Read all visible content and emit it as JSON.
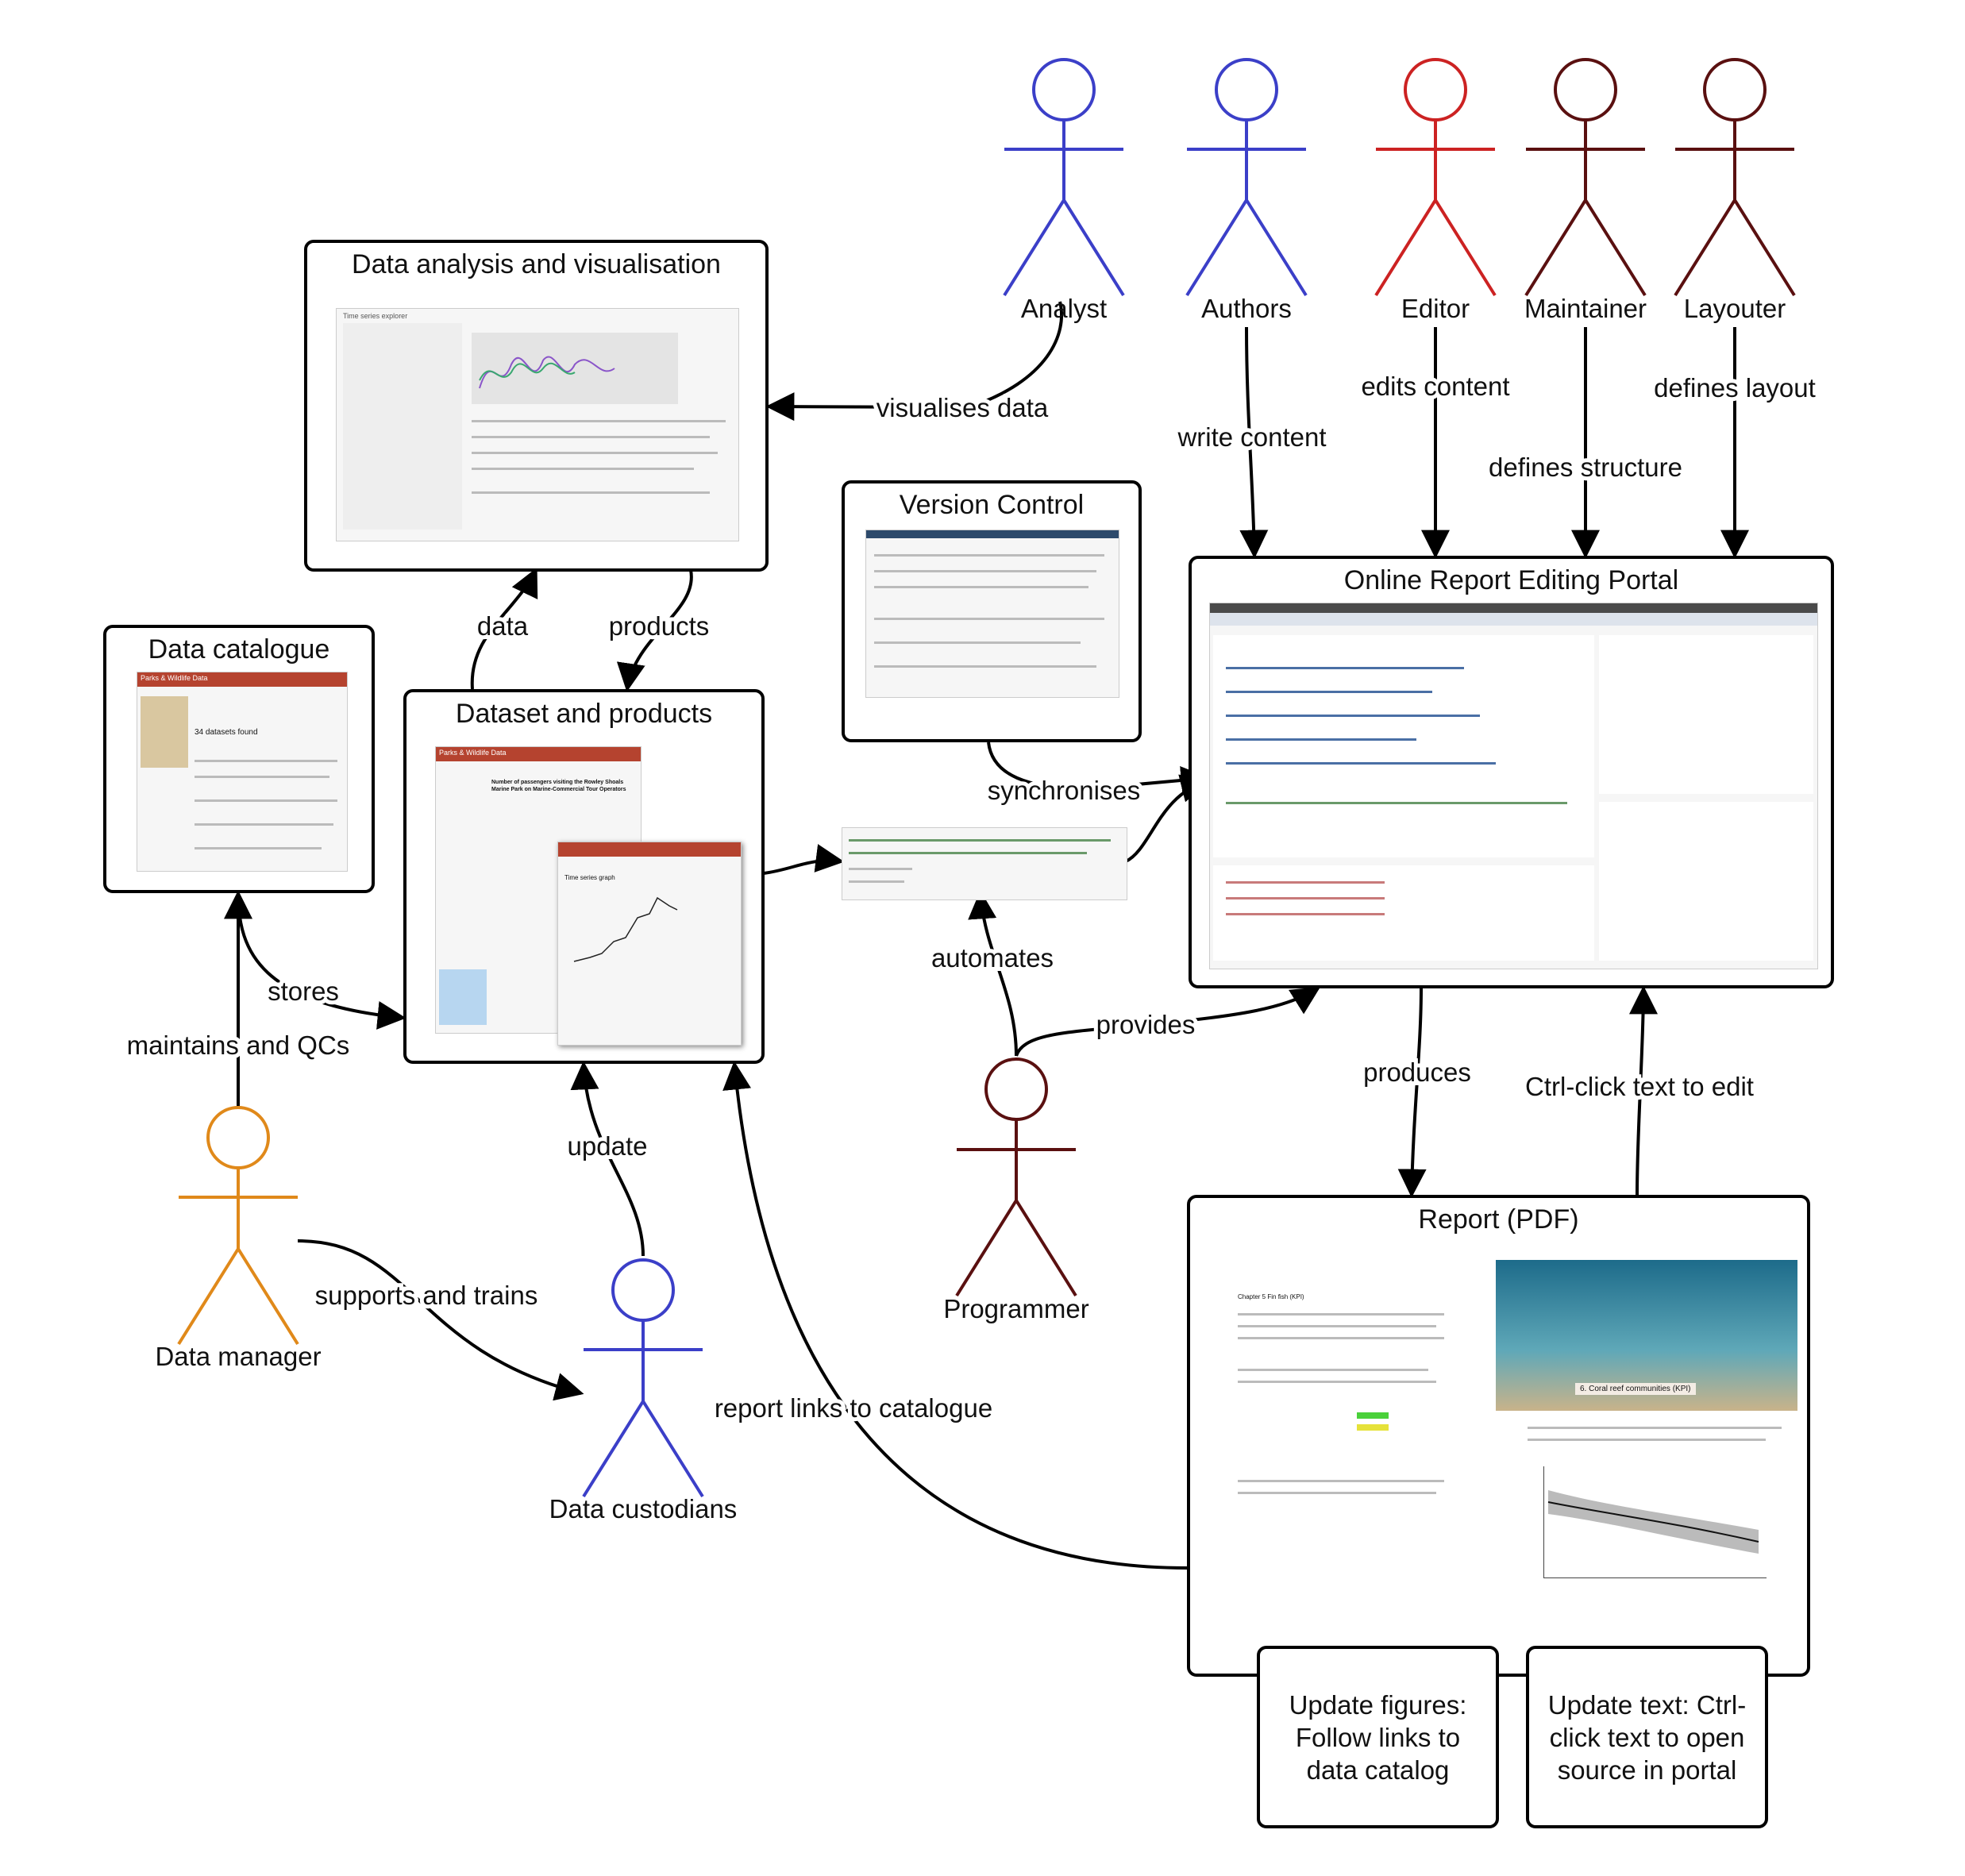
{
  "colors": {
    "blue": "#3b3fc8",
    "red": "#cc2222",
    "dark_red": "#5a1010",
    "orange": "#e0891a",
    "ink": "#111111",
    "header_red": "#b5432f"
  },
  "actors": {
    "analyst": "Analyst",
    "authors": "Authors",
    "editor": "Editor",
    "maintainer": "Maintainer",
    "layouter": "Layouter",
    "programmer": "Programmer",
    "data_manager": "Data manager",
    "data_custodians": "Data custodians"
  },
  "boxes": {
    "analysis": "Data analysis and visualisation",
    "catalogue": "Data catalogue",
    "dataset": "Dataset and products",
    "version": "Version Control",
    "portal": "Online Report Editing Portal",
    "report": "Report (PDF)"
  },
  "edges": {
    "visualises_data": "visualises data",
    "write_content": "write content",
    "edits_content": "edits content",
    "defines_structure": "defines structure",
    "defines_layout": "defines layout",
    "data": "data",
    "products": "products",
    "synchronises": "synchronises",
    "stores": "stores",
    "maintains_qcs": "maintains and QCs",
    "automates": "automates",
    "provides": "provides",
    "produces": "produces",
    "ctrl_click": "Ctrl-click text to edit",
    "update": "update",
    "supports_trains": "supports and trains",
    "report_links": "report links to catalogue"
  },
  "notes": {
    "figures": "Update figures: Follow links to data catalog",
    "text": "Update text: Ctrl-click text to open source in portal"
  },
  "thumbs": {
    "catalogue_header": "Parks & Wildlife Data",
    "catalogue_count": "34 datasets found",
    "dataset_header": "Parks & Wildlife Data",
    "dataset_heading": "Number of passengers visiting the Rowley Shoals Marine Park on Marine-Commercial Tour Operators",
    "chart_title": "Time series graph",
    "analysis_heading": "Time series explorer",
    "report_section": "6. Coral reef communities (KPI)",
    "report_chapter": "Chapter 5  Fin fish (KPI)"
  }
}
